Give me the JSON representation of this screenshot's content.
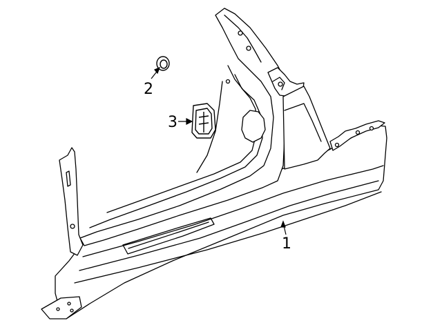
{
  "diagram": {
    "callouts": [
      {
        "label": "1",
        "part": "side-panel-rocker-assembly"
      },
      {
        "label": "2",
        "part": "plug"
      },
      {
        "label": "3",
        "part": "fuel-door-housing"
      }
    ],
    "colors": {
      "background": "#ffffff",
      "line": "#000000",
      "shade": "#e6e6e6"
    }
  }
}
